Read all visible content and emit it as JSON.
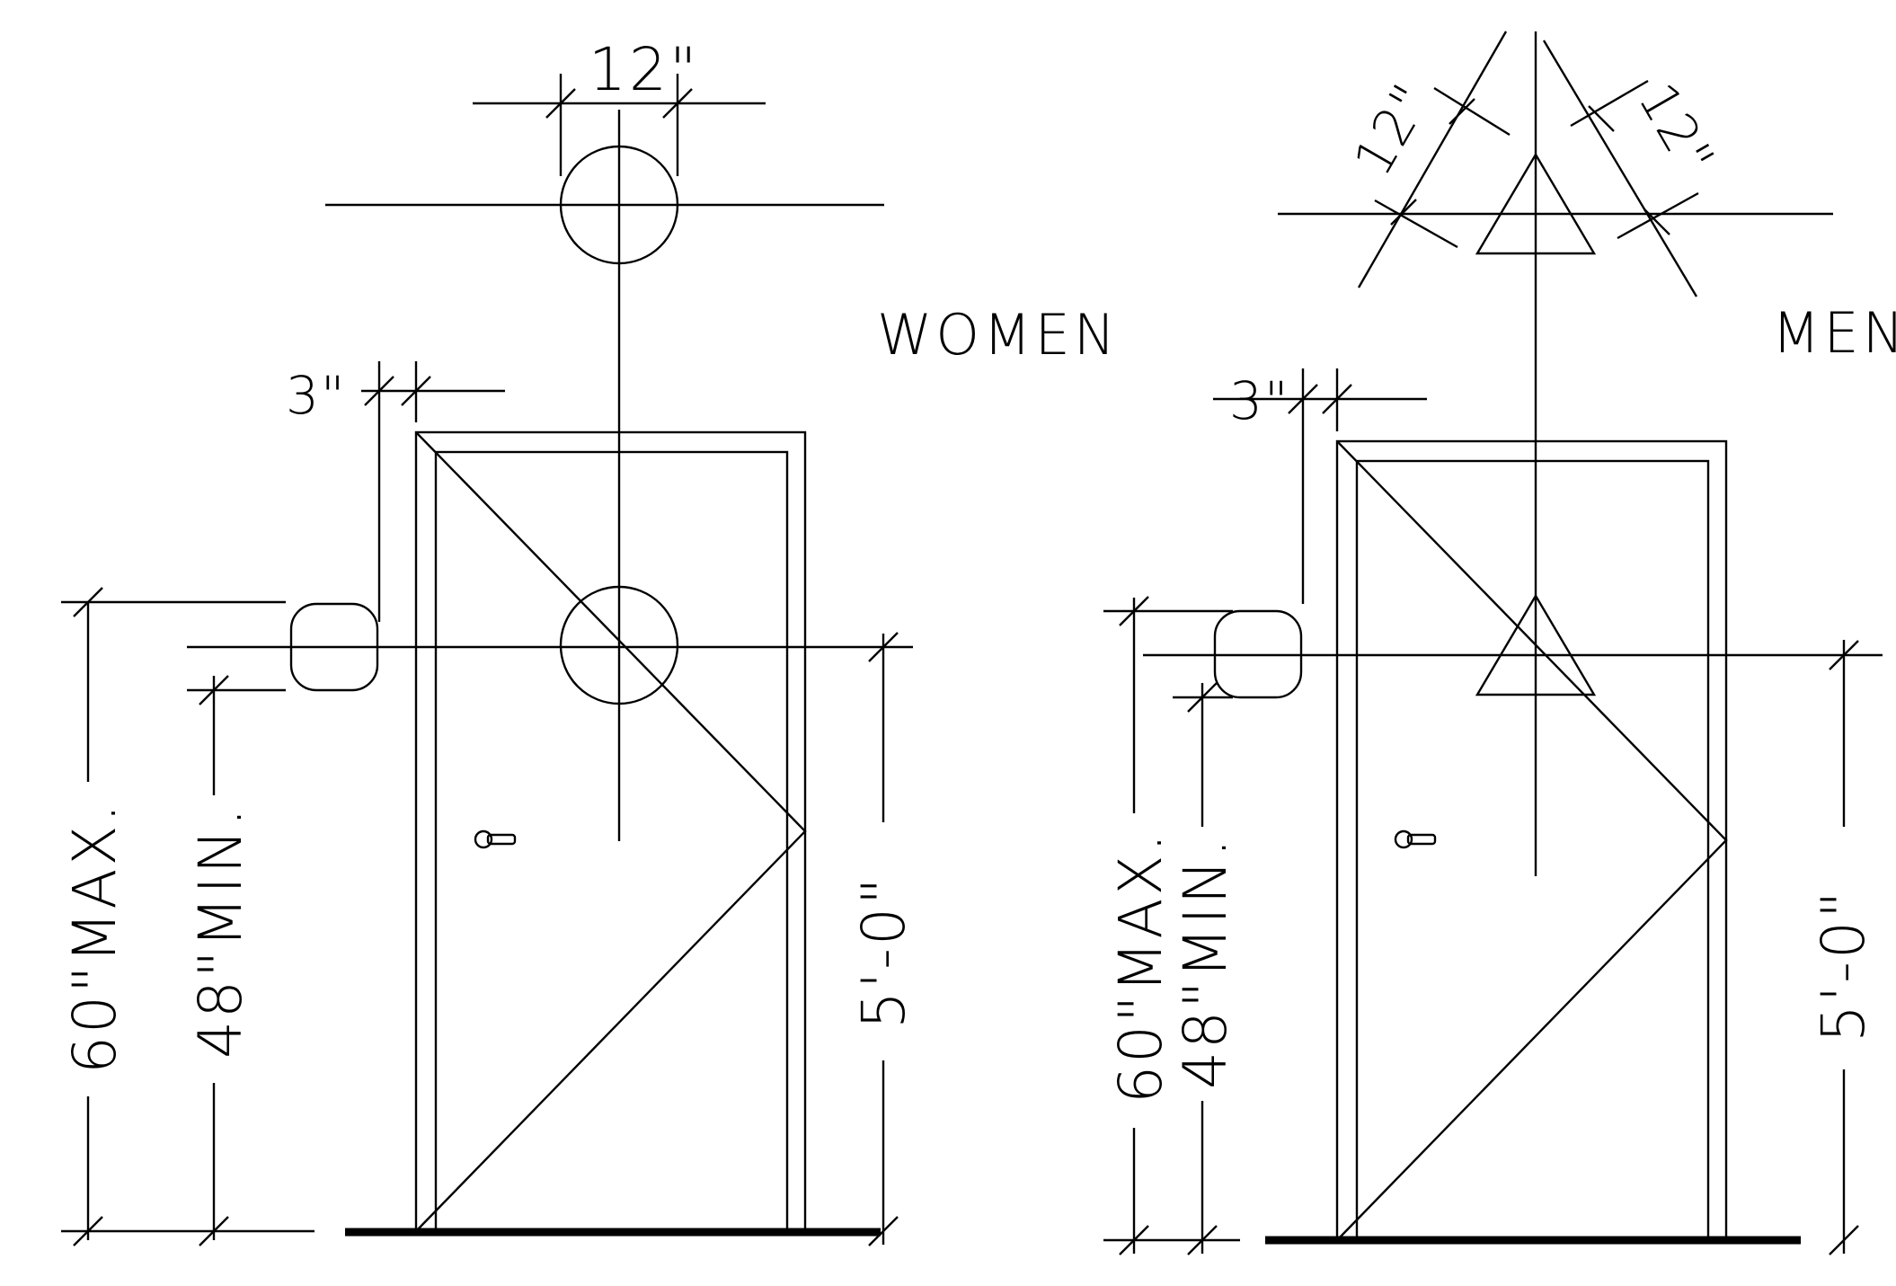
{
  "women": {
    "sign_label": "WOMEN",
    "symbol_dim": "12\"",
    "offset_dim": "3\"",
    "max_height": "60\"MAX.",
    "min_height": "48\"MIN.",
    "center_height": "5'-0\""
  },
  "men": {
    "sign_label": "MEN",
    "symbol_dim_left": "12\"",
    "symbol_dim_right": "12\"",
    "offset_dim": "3\"",
    "max_height": "60\"MAX.",
    "min_height": "48\"MIN.",
    "center_height": "5'-0\""
  }
}
